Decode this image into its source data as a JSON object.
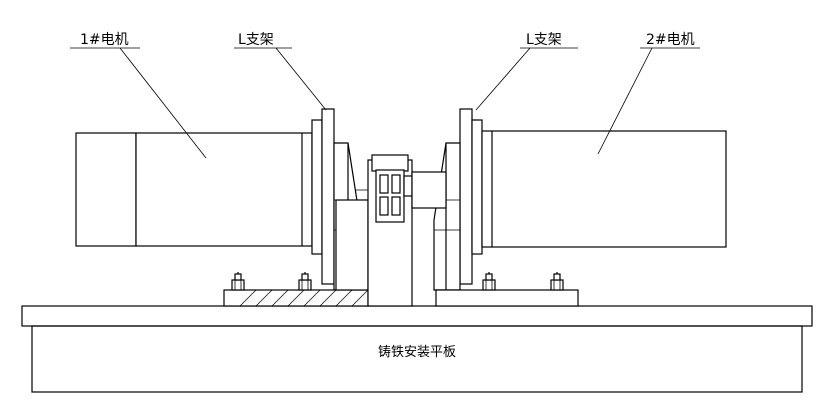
{
  "labels": {
    "motor1": "1#电机",
    "bracket_left": "L支架",
    "bracket_right": "L支架",
    "motor2": "2#电机",
    "base_plate": "铸铁安装平板"
  }
}
